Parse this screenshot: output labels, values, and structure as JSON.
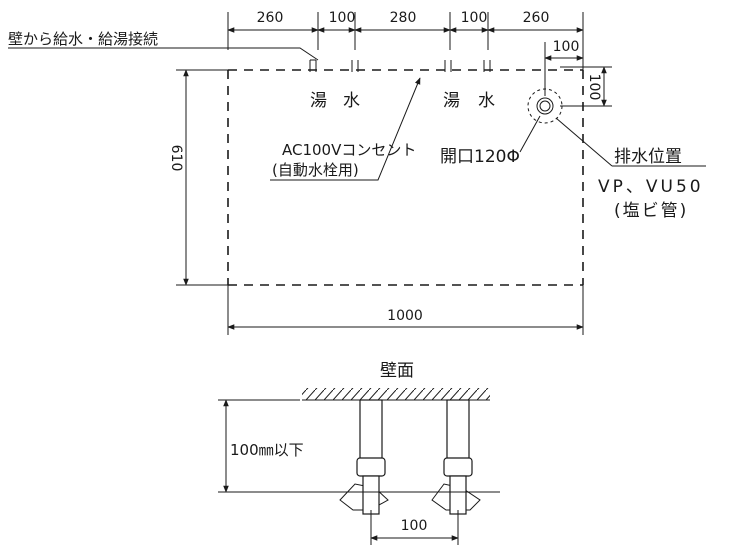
{
  "top_dims": {
    "d1": "260",
    "d2": "100",
    "d3": "280",
    "d4": "100",
    "d5": "260",
    "right_offset": "100",
    "right_depth": "100"
  },
  "wall_supply_label": "壁から給水・給湯接続",
  "left_fixture": {
    "hot": "湯",
    "cold": "水"
  },
  "right_fixture": {
    "hot": "湯",
    "cold": "水"
  },
  "height_dim": "610",
  "width_dim": "1000",
  "outlet_label": {
    "line1": "AC100Vコンセント",
    "line2": "(自動水栓用)"
  },
  "opening_label": "開口120Φ",
  "drain": {
    "title": "排水位置",
    "spec": "VP、VU50",
    "material": "(塩ビ管)"
  },
  "elevation": {
    "wall_label": "壁面",
    "height_note": "100㎜以下",
    "spacing": "100"
  }
}
